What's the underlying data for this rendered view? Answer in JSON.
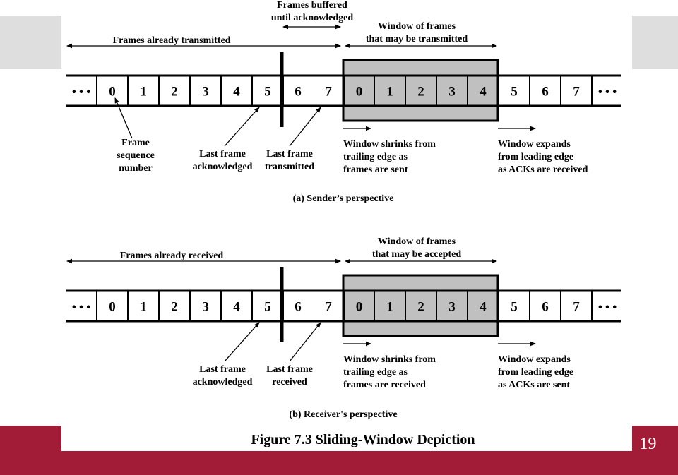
{
  "colors": {
    "accent_band": "#a31c37",
    "side_panel": "#dedede",
    "window_fill": "#c0c0c0"
  },
  "page_number": "19",
  "figure_caption": "Figure 7.3  Sliding-Window Depiction",
  "ellipsis": "• • •",
  "sender": {
    "subcaption": "(a) Sender’s perspective",
    "frames_left": [
      "0",
      "1",
      "2",
      "3",
      "4",
      "5",
      "6",
      "7"
    ],
    "window_frames": [
      "0",
      "1",
      "2",
      "3",
      "4"
    ],
    "frames_right": [
      "5",
      "6",
      "7"
    ],
    "range_left_label": "Frames already transmitted",
    "buffered_label": [
      "Frames buffered",
      "until acknowledged"
    ],
    "window_label": [
      "Window of frames",
      "that may be transmitted"
    ],
    "seq_label": [
      "Frame",
      "sequence",
      "number"
    ],
    "last_ack_label": [
      "Last frame",
      "acknowledged"
    ],
    "last_frame_label": [
      "Last frame",
      "transmitted"
    ],
    "shrinks_label": [
      "Window shrinks from",
      "trailing edge as",
      "frames are sent"
    ],
    "expands_label": [
      "Window expands",
      "from leading edge",
      "as ACKs are received"
    ]
  },
  "receiver": {
    "subcaption": "(b) Receiver's perspective",
    "frames_left": [
      "0",
      "1",
      "2",
      "3",
      "4",
      "5",
      "6",
      "7"
    ],
    "window_frames": [
      "0",
      "1",
      "2",
      "3",
      "4"
    ],
    "frames_right": [
      "5",
      "6",
      "7"
    ],
    "range_left_label": "Frames already received",
    "window_label": [
      "Window of frames",
      "that may be accepted"
    ],
    "last_ack_label": [
      "Last frame",
      "acknowledged"
    ],
    "last_frame_label": [
      "Last frame",
      "received"
    ],
    "shrinks_label": [
      "Window shrinks from",
      "trailing edge as",
      "frames are received"
    ],
    "expands_label": [
      "Window expands",
      "from leading edge",
      "as ACKs are sent"
    ]
  }
}
